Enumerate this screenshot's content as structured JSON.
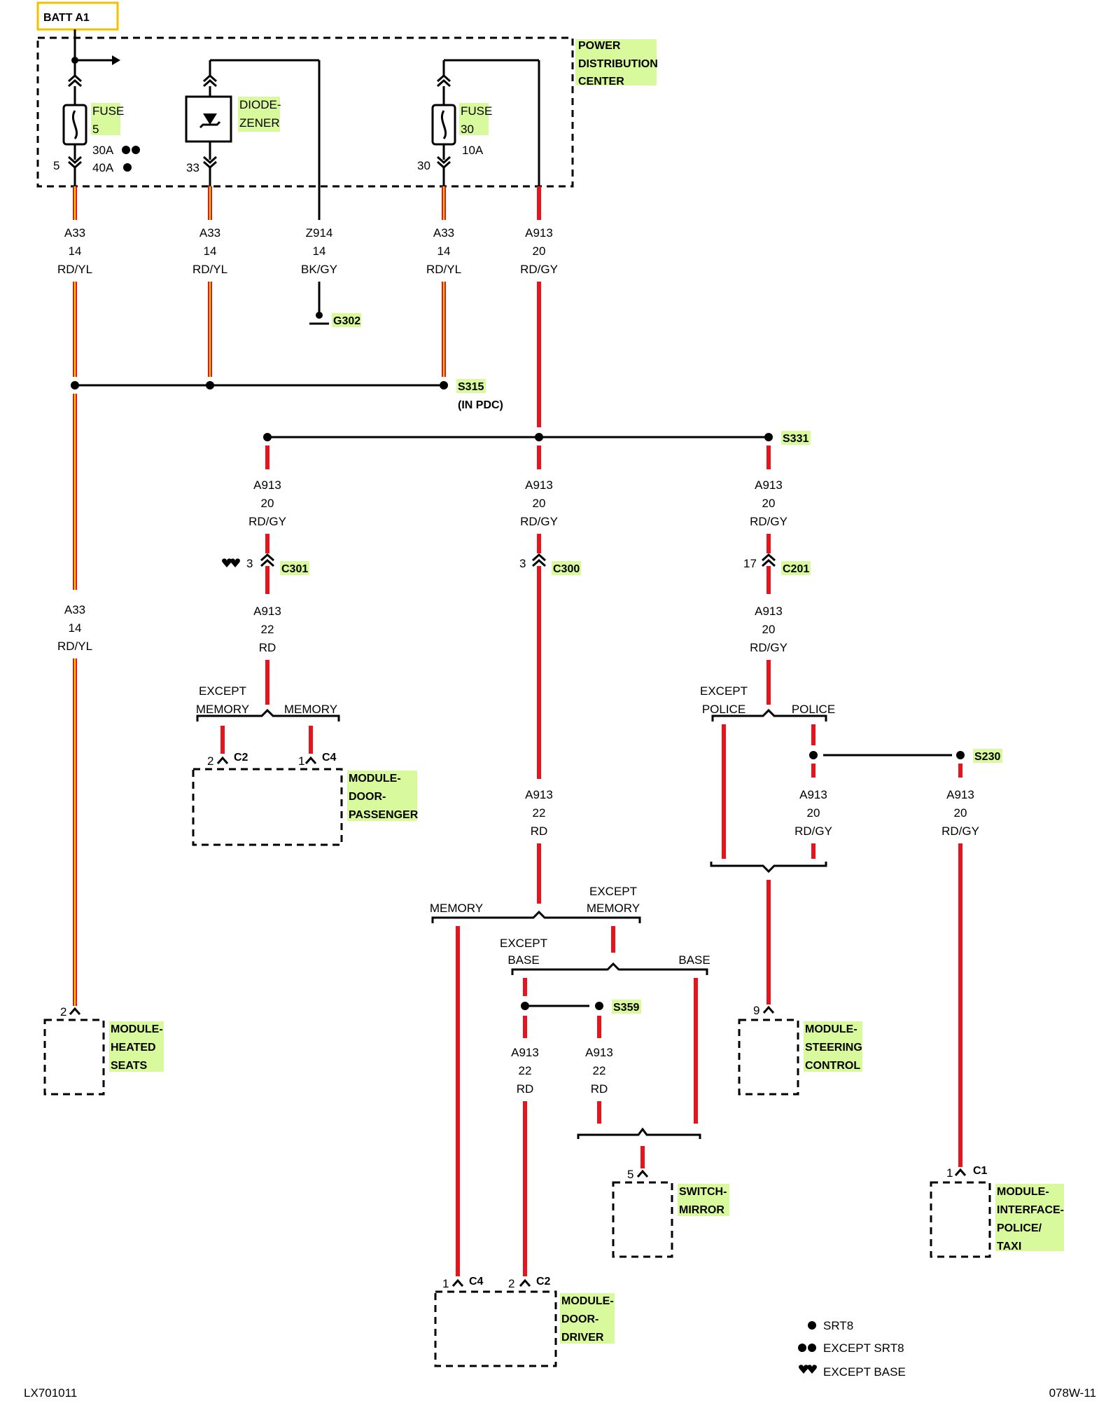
{
  "batt": "BATT A1",
  "pdc": [
    "POWER",
    "DISTRIBUTION",
    "CENTER"
  ],
  "fuse5": {
    "line1": "FUSE",
    "line2": "5",
    "amp1": "30A",
    "amp2": "40A",
    "pin": "5"
  },
  "diode": {
    "line1": "DIODE-",
    "line2": "ZENER",
    "pin": "33"
  },
  "fuse30": {
    "line1": "FUSE",
    "line2": "30",
    "amp": "10A",
    "pin": "30"
  },
  "wires": {
    "a33": {
      "circuit": "A33",
      "gauge": "14",
      "color": "RD/YL"
    },
    "z914": {
      "circuit": "Z914",
      "gauge": "14",
      "color": "BK/GY"
    },
    "a913_20": {
      "circuit": "A913",
      "gauge": "20",
      "color": "RD/GY"
    },
    "a913_22": {
      "circuit": "A913",
      "gauge": "22",
      "color": "RD"
    }
  },
  "ground": "G302",
  "splices": {
    "s315": "S315",
    "s315_note": "(IN PDC)",
    "s331": "S331",
    "s230": "S230",
    "s359": "S359"
  },
  "connectors": {
    "c301": {
      "name": "C301",
      "pin": "3"
    },
    "c300": {
      "name": "C300",
      "pin": "3"
    },
    "c201": {
      "name": "C201",
      "pin": "17"
    }
  },
  "options": {
    "except": "EXCEPT",
    "memory": "MEMORY",
    "police": "POLICE",
    "base": "BASE"
  },
  "modules": {
    "door_passenger": {
      "lines": [
        "MODULE-",
        "DOOR-",
        "PASSENGER"
      ],
      "pins": [
        {
          "pin": "2",
          "conn": "C2"
        },
        {
          "pin": "1",
          "conn": "C4"
        }
      ]
    },
    "heated_seats": {
      "lines": [
        "MODULE-",
        "HEATED",
        "SEATS"
      ],
      "pin": "2"
    },
    "steering_control": {
      "lines": [
        "MODULE-",
        "STEERING",
        "CONTROL"
      ],
      "pin": "9"
    },
    "switch_mirror": {
      "lines": [
        "SWITCH-",
        "MIRROR"
      ],
      "pin": "5"
    },
    "interface_police": {
      "lines": [
        "MODULE-",
        "INTERFACE-",
        "POLICE/",
        "TAXI"
      ],
      "pin": "1",
      "conn": "C1"
    },
    "door_driver": {
      "lines": [
        "MODULE-",
        "DOOR-",
        "DRIVER"
      ],
      "pins": [
        {
          "pin": "1",
          "conn": "C4"
        },
        {
          "pin": "2",
          "conn": "C2"
        }
      ]
    }
  },
  "legend": [
    {
      "symbol": "single-dot",
      "label": "SRT8"
    },
    {
      "symbol": "double-dot",
      "label": "EXCEPT SRT8"
    },
    {
      "symbol": "double-heart",
      "label": "EXCEPT BASE"
    }
  ],
  "footer": {
    "left": "LX701011",
    "right": "078W-11"
  },
  "colors": {
    "red": "#e8131b",
    "yellow": "#ffd200",
    "highlight": "#d9f99d",
    "batt_border": "#f2c200"
  }
}
